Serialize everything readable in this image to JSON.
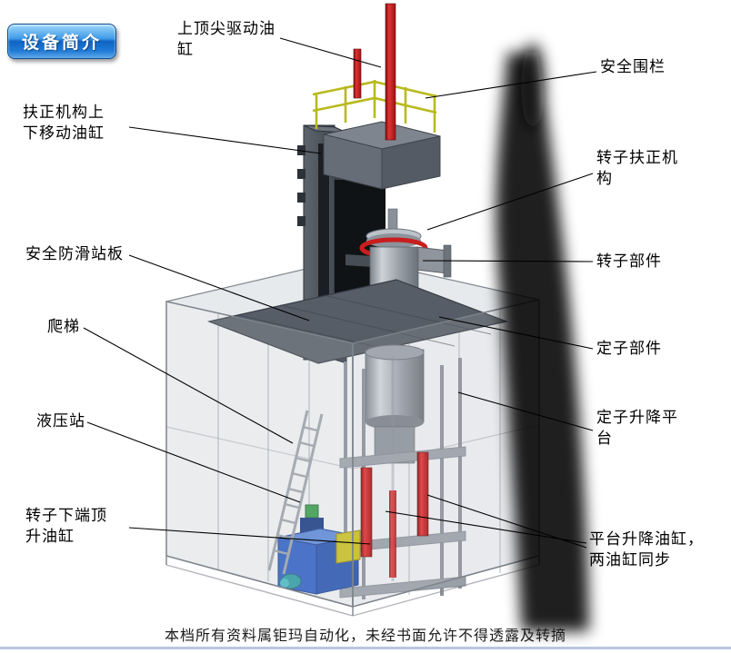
{
  "badge": {
    "label": "设备简介"
  },
  "callouts": {
    "top_drive_cylinder": "上顶尖驱动油\n缸",
    "safety_fence": "安全围栏",
    "centering_lift_cylinder": "扶正机构上\n下移动油缸",
    "rotor_centering_mechanism": "转子扶正机\n构",
    "antislip_platform": "安全防滑站板",
    "rotor_component": "转子部件",
    "ladder": "爬梯",
    "stator_component": "定子部件",
    "hydraulic_station": "液压站",
    "stator_lift_platform": "定子升降平\n台",
    "rotor_bottom_jack_cylinder": "转子下端顶\n升油缸",
    "platform_lift_cylinders": "平台升降油缸，\n两油缸同步"
  },
  "footer": {
    "copyright": "本档所有资料属钜玛自动化，未经书面允许不得透露及转摘"
  },
  "colors": {
    "cylinder_red": "#cc1f1f",
    "railing_yellow": "#b8ba1e",
    "hydraulic_blue": "#2f5fc2",
    "badge_blue": "#1064c0",
    "deck_gray": "#565d66"
  }
}
